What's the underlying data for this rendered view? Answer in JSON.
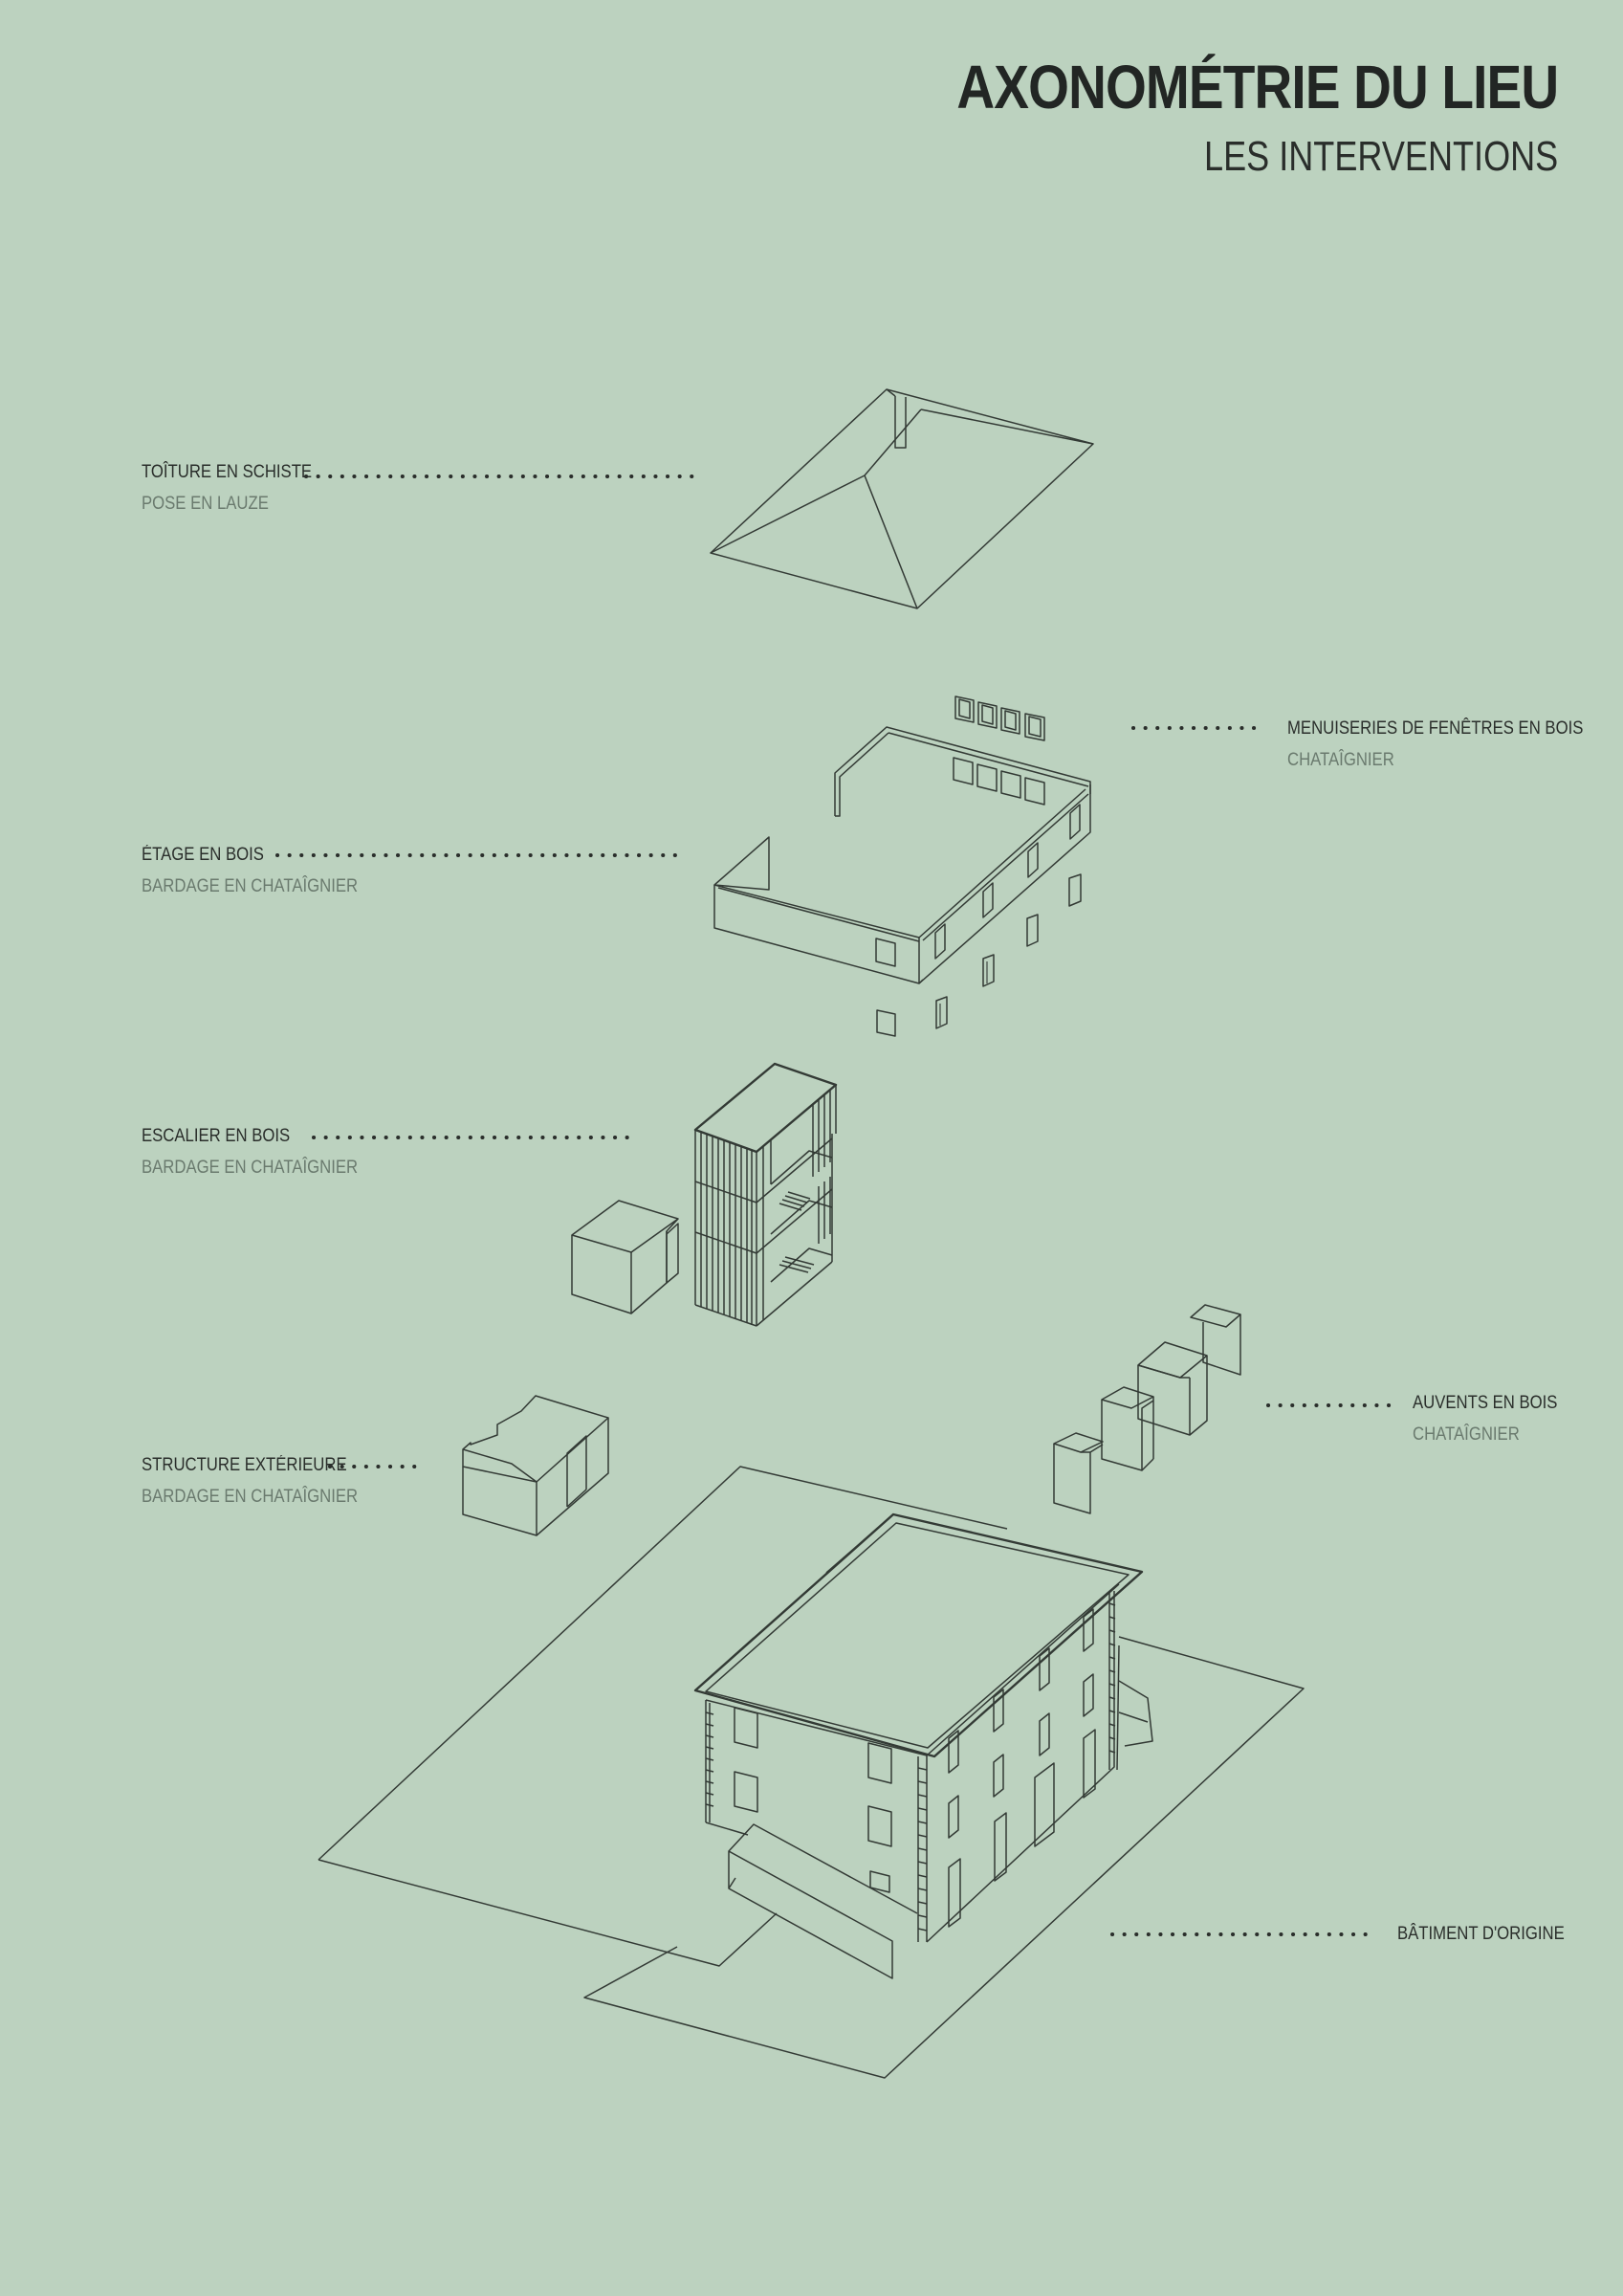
{
  "header": {
    "title": "AXONOMÉTRIE DU LIEU",
    "subtitle": "LES INTERVENTIONS"
  },
  "labels": {
    "roof": {
      "main": "TOÎTURE EN SCHISTE",
      "sub": "POSE EN LAUZE"
    },
    "windows": {
      "main": "MENUISERIES DE FENÊTRES EN BOIS",
      "sub": "CHATAÎGNIER"
    },
    "floor": {
      "main": "ÉTAGE EN BOIS",
      "sub": "BARDAGE EN CHATAÎGNIER"
    },
    "stair": {
      "main": "ESCALIER EN BOIS",
      "sub": "BARDAGE EN CHATAÎGNIER"
    },
    "awnings": {
      "main": "AUVENTS EN BOIS",
      "sub": "CHATAÎGNIER"
    },
    "structure": {
      "main": "STRUCTURE EXTÉRIEURE",
      "sub": "BARDAGE EN CHATAÎGNIER"
    },
    "building": {
      "main": "BÂTIMENT D'ORIGINE"
    }
  },
  "colors": {
    "background": "#bcd2bf",
    "ink": "#2a2e2b",
    "muted": "#6a7a6e"
  }
}
